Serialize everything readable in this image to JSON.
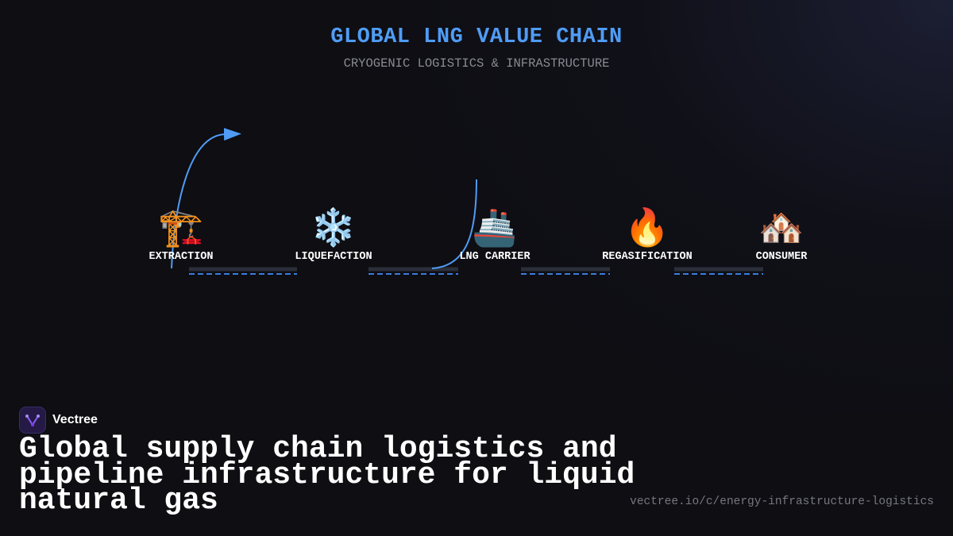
{
  "diagram": {
    "title": "GLOBAL LNG VALUE CHAIN",
    "subtitle": "CRYOGENIC LOGISTICS & INFRASTRUCTURE",
    "stages": [
      {
        "icon": "construction-crane-icon",
        "emoji": "🏗️",
        "label": "EXTRACTION"
      },
      {
        "icon": "snowflake-icon",
        "emoji": "❄️",
        "label": "LIQUEFACTION"
      },
      {
        "icon": "ship-icon",
        "emoji": "🚢",
        "label": "LNG CARRIER"
      },
      {
        "icon": "fire-icon",
        "emoji": "🔥",
        "label": "REGASIFICATION"
      },
      {
        "icon": "houses-icon",
        "emoji": "🏘️",
        "label": "CONSUMER"
      }
    ],
    "colors": {
      "accent": "#4f9cf5",
      "pipe": "#2a2f3a",
      "flow": "#3b7ddd"
    }
  },
  "footer": {
    "brand": "Vectree",
    "headline": "Global supply chain logistics and pipeline infrastructure for liquid natural gas",
    "url": "vectree.io/c/energy-infrastructure-logistics"
  }
}
